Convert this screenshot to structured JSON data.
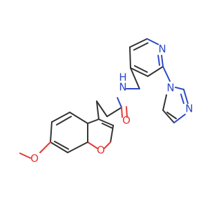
{
  "atoms": {
    "pyridine_n": "N",
    "amide_n": "N",
    "amide_h": "H",
    "imidazole_n1": "N",
    "imidazole_n3": "N",
    "carbonyl_o": "O",
    "furan_o": "O",
    "methoxy_o": "O"
  },
  "colors": {
    "bond": "#333333",
    "nitrogen": "#2c47c6",
    "oxygen": "#e53935",
    "background": "#ffffff"
  }
}
